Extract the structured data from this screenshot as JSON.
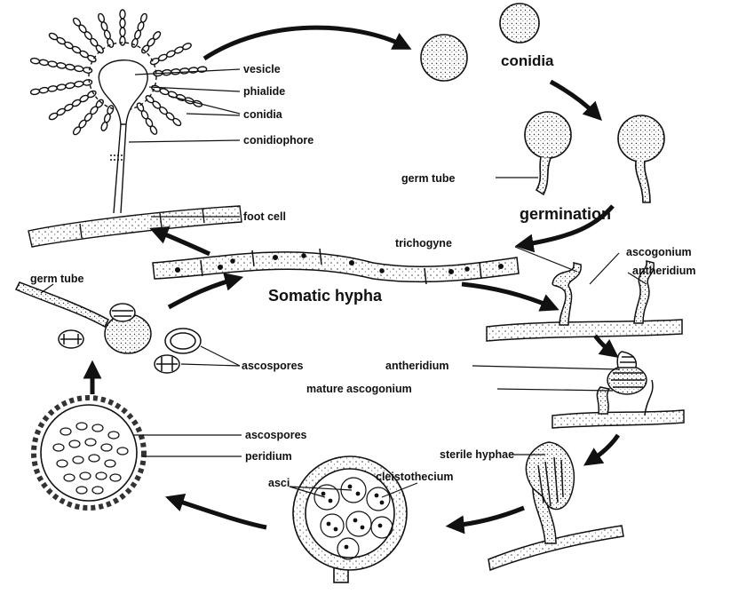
{
  "labels": {
    "vesicle": "vesicle",
    "phialide": "phialide",
    "conidia_top": "conidia",
    "conidiophore": "conidiophore",
    "foot_cell": "foot cell",
    "conidia_right": "conidia",
    "germ_tube_right": "germ tube",
    "germination": "germination",
    "trichogyne": "trichogyne",
    "ascogonium": "ascogonium",
    "antheridium_right": "antheridium",
    "somatic_hypha": "Somatic hypha",
    "germ_tube_left": "germ tube",
    "ascospores_left": "ascospores",
    "antheridium_mid": "antheridium",
    "mature_ascogonium": "mature ascogonium",
    "ascospores_bottom": "ascospores",
    "peridium": "peridium",
    "sterile_hyphae": "sterile hyphae",
    "asci": "asci",
    "cleistothecium": "cleistothecium"
  }
}
